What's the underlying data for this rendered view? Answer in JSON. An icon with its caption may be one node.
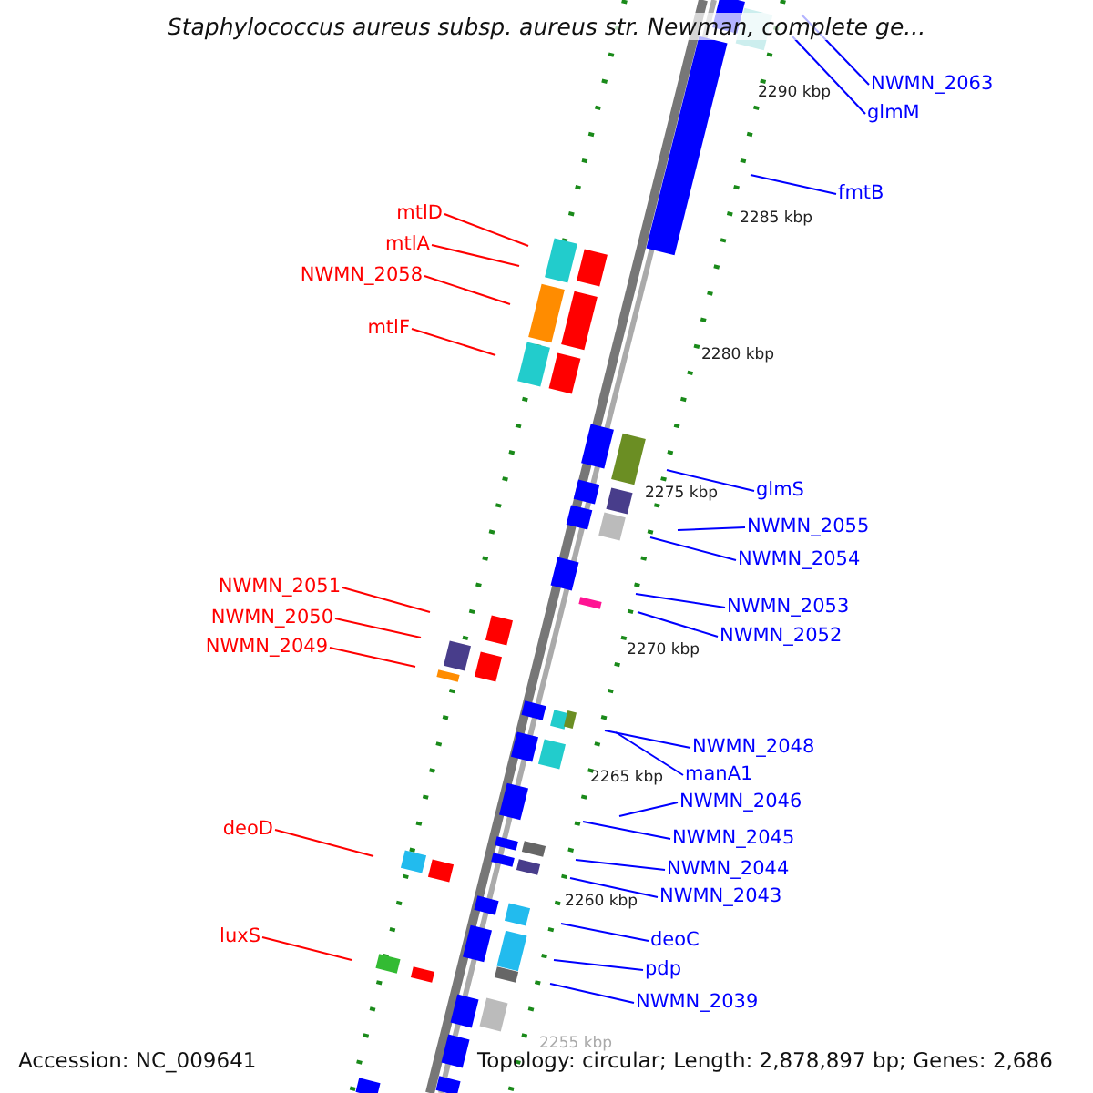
{
  "diagram": {
    "title": "Staphylococcus aureus subsp. aureus str. Newman, complete ge...",
    "nodes": [
      {
        "text": [
          "NWMN_2063"
        ]
      },
      {
        "text": [
          "glmM"
        ]
      },
      {
        "text": [
          "fmtB"
        ]
      },
      {
        "text": [
          "mtlD"
        ]
      },
      {
        "text": [
          "mtlA"
        ]
      },
      {
        "text": [
          "NWMN_2058"
        ]
      },
      {
        "text": [
          "mtlF"
        ]
      },
      {
        "text": [
          "glmS"
        ]
      },
      {
        "text": [
          "NWMN_2055"
        ]
      },
      {
        "text": [
          "NWMN_2054"
        ]
      },
      {
        "text": [
          "NWMN_2051"
        ]
      },
      {
        "text": [
          "NWMN_2053"
        ]
      },
      {
        "text": [
          "NWMN_2050"
        ]
      },
      {
        "text": [
          "NWMN_2052"
        ]
      },
      {
        "text": [
          "NWMN_2049"
        ]
      },
      {
        "text": [
          "NWMN_2048"
        ]
      },
      {
        "text": [
          "manA1"
        ]
      },
      {
        "text": [
          "NWMN_2046"
        ]
      },
      {
        "text": [
          "NWMN_2045"
        ]
      },
      {
        "text": [
          "deoD"
        ]
      },
      {
        "text": [
          "NWMN_2044"
        ]
      },
      {
        "text": [
          "NWMN_2043"
        ]
      },
      {
        "text": [
          "deoC"
        ]
      },
      {
        "text": [
          "luxS"
        ]
      },
      {
        "text": [
          "pdp"
        ]
      },
      {
        "text": [
          "NWMN_2039"
        ]
      }
    ],
    "edges": [
      {
        "from": 0,
        "to": null,
        "arrow": "none"
      },
      {
        "from": 1,
        "to": null,
        "arrow": "none"
      },
      {
        "from": 2,
        "to": null,
        "arrow": "none"
      },
      {
        "from": 3,
        "to": null,
        "arrow": "none",
        "color": "#ff0000"
      },
      {
        "from": 4,
        "to": null,
        "arrow": "none",
        "color": "#ff0000"
      },
      {
        "from": 5,
        "to": null,
        "arrow": "none",
        "color": "#ff0000"
      },
      {
        "from": 6,
        "to": null,
        "arrow": "none",
        "color": "#ff0000"
      },
      {
        "from": 7,
        "to": null,
        "arrow": "none"
      },
      {
        "from": 8,
        "to": null,
        "arrow": "none"
      },
      {
        "from": 9,
        "to": null,
        "arrow": "none"
      },
      {
        "from": 10,
        "to": null,
        "arrow": "none",
        "color": "#ff0000"
      },
      {
        "from": 11,
        "to": null,
        "arrow": "none"
      },
      {
        "from": 12,
        "to": null,
        "arrow": "none",
        "color": "#ff0000"
      },
      {
        "from": 13,
        "to": null,
        "arrow": "none"
      },
      {
        "from": 14,
        "to": null,
        "arrow": "none",
        "color": "#ff0000"
      },
      {
        "from": 15,
        "to": null,
        "arrow": "none"
      },
      {
        "from": 16,
        "to": null,
        "arrow": "none"
      },
      {
        "from": 17,
        "to": null,
        "arrow": "none"
      },
      {
        "from": 18,
        "to": null,
        "arrow": "none"
      },
      {
        "from": 19,
        "to": null,
        "arrow": "none",
        "color": "#ff0000"
      },
      {
        "from": 20,
        "to": null,
        "arrow": "none"
      },
      {
        "from": 21,
        "to": null,
        "arrow": "none"
      },
      {
        "from": 22,
        "to": null,
        "arrow": "none"
      },
      {
        "from": 23,
        "to": null,
        "arrow": "none",
        "color": "#ff0000"
      },
      {
        "from": 24,
        "to": null,
        "arrow": "none"
      },
      {
        "from": 25,
        "to": null,
        "arrow": "none"
      }
    ],
    "labels": [
      "2290 kbp",
      "2285 kbp",
      "2280 kbp",
      "2275 kbp",
      "2270 kbp",
      "2265 kbp",
      "2260 kbp",
      "2255 kbp",
      "Accession: NC_009641",
      "Topology: circular; Length: 2,878,897 bp; Genes: 2,686"
    ]
  }
}
